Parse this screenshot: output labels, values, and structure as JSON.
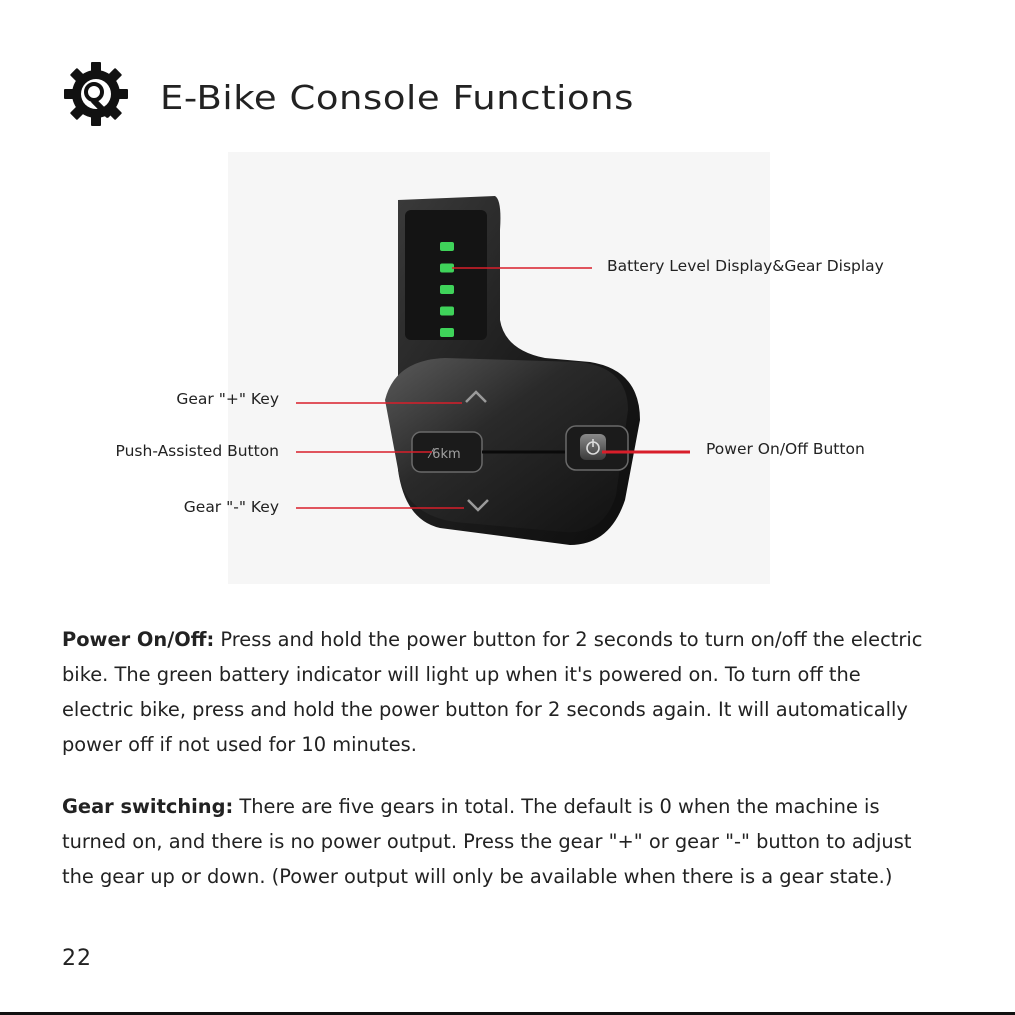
{
  "header": {
    "title": "E-Bike Console Functions",
    "icon": "gear-wrench-icon"
  },
  "figure": {
    "callouts": {
      "battery": "Battery Level Display&Gear Display",
      "gear_plus": "Gear \"+\" Key",
      "push_assist": "Push-Assisted Button",
      "gear_minus": "Gear \"-\" Key",
      "power": "Power On/Off Button"
    },
    "leader_color": "#d81e2a",
    "battery_led_count": 5,
    "led_color": "#3fd35a"
  },
  "sections": [
    {
      "heading": "Power On/Off:",
      "lines": [
        " Press and hold the power button for 2 seconds to turn on/off the electric",
        "bike. The green battery indicator will light up when it's powered on. To turn off the",
        "electric bike, press and hold the power button for 2 seconds again. It will automatically",
        "power off if not used for 10 minutes."
      ]
    },
    {
      "heading": "Gear switching:",
      "lines": [
        " There are five gears in total. The default is 0 when the machine is",
        "turned on, and there is no power output. Press the gear \"+\" or gear \"-\" button to adjust",
        "the gear up or down. (Power output will only be available when there is a gear state.)"
      ]
    }
  ],
  "footer": {
    "page_number": "22"
  }
}
